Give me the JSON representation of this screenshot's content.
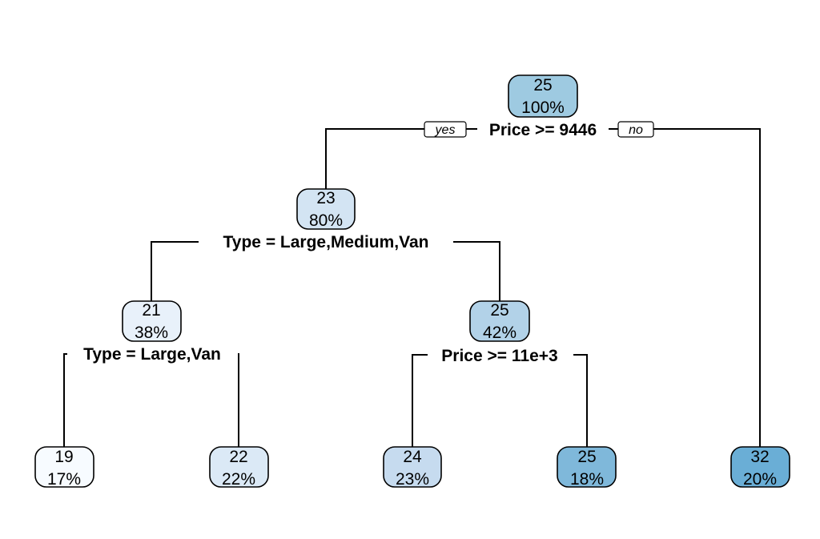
{
  "tree": {
    "nodes": [
      {
        "id": "n1",
        "value": "25",
        "percent": "100%",
        "color": "#9ecae1"
      },
      {
        "id": "n2",
        "value": "23",
        "percent": "80%",
        "color": "#d3e4f3"
      },
      {
        "id": "n3",
        "value": "32",
        "percent": "20%",
        "color": "#6aaed6"
      },
      {
        "id": "n4",
        "value": "21",
        "percent": "38%",
        "color": "#e8f1fa"
      },
      {
        "id": "n5",
        "value": "25",
        "percent": "42%",
        "color": "#b2d2e8"
      },
      {
        "id": "n6",
        "value": "19",
        "percent": "17%",
        "color": "#f7fbff"
      },
      {
        "id": "n7",
        "value": "22",
        "percent": "22%",
        "color": "#dbe9f6"
      },
      {
        "id": "n8",
        "value": "24",
        "percent": "23%",
        "color": "#c6dbef"
      },
      {
        "id": "n9",
        "value": "25",
        "percent": "18%",
        "color": "#7fb8da"
      }
    ],
    "splits": [
      {
        "id": "s1",
        "label": "Price >= 9446"
      },
      {
        "id": "s2",
        "label": "Type = Large,Medium,Van"
      },
      {
        "id": "s3",
        "label": "Type = Large,Van"
      },
      {
        "id": "s4",
        "label": "Price >= 11e+3"
      }
    ],
    "branch_labels": {
      "yes": "yes",
      "no": "no"
    }
  }
}
